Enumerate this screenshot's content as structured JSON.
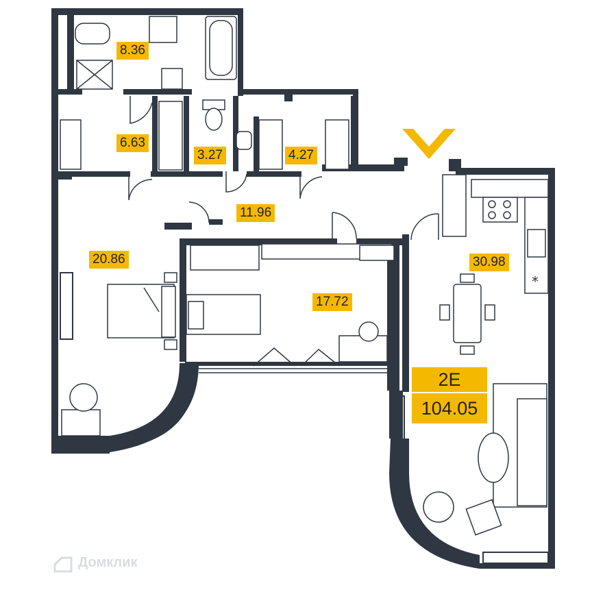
{
  "unit": {
    "code": "2E",
    "total_area": "104.05"
  },
  "rooms": [
    {
      "id": "bathroom",
      "area": "8.36"
    },
    {
      "id": "dressing-room",
      "area": "6.63"
    },
    {
      "id": "wc",
      "area": "3.27"
    },
    {
      "id": "storage",
      "area": "4.27"
    },
    {
      "id": "hallway",
      "area": "11.96"
    },
    {
      "id": "bedroom",
      "area": "20.86"
    },
    {
      "id": "second-bedroom",
      "area": "17.72"
    },
    {
      "id": "kitchen-living",
      "area": "30.98"
    }
  ],
  "watermark": "Домклик",
  "colors": {
    "walls": "#2f3742",
    "accent": "#f5b800",
    "background": "#ffffff"
  },
  "icons": [
    "entrance-chevron-icon",
    "fridge-asterisk-icon",
    "domclick-logo-icon"
  ]
}
